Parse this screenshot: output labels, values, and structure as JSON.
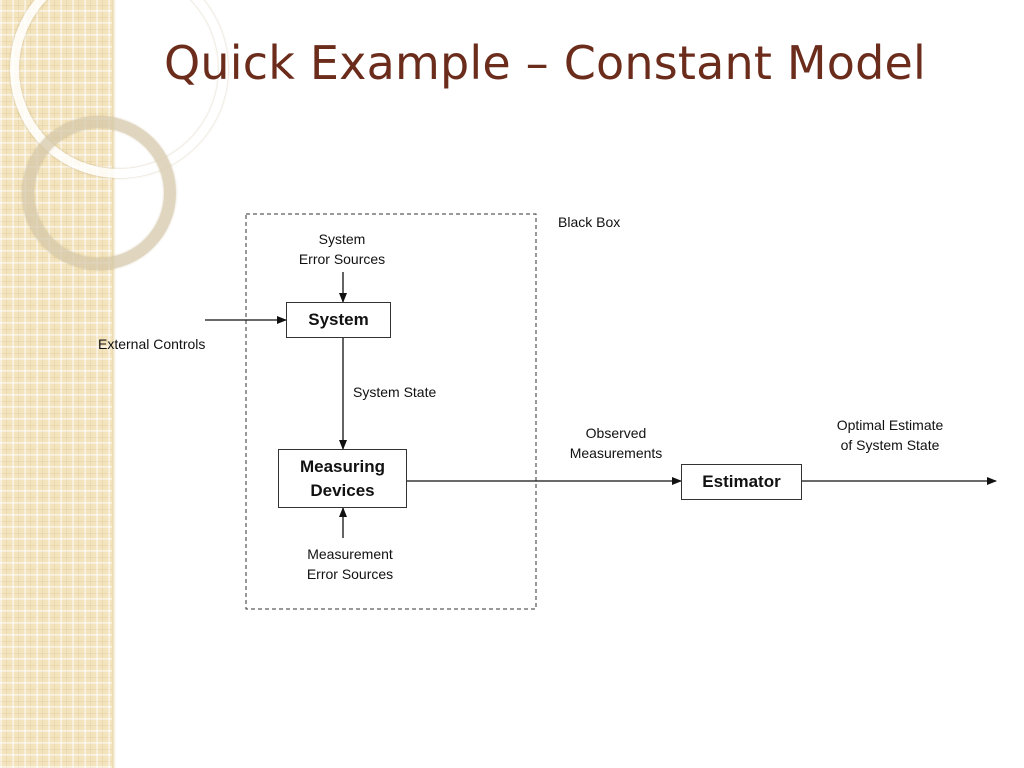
{
  "slide": {
    "title": "Quick Example – Constant Model"
  },
  "diagram": {
    "black_box_label": "Black Box",
    "system_error_sources": [
      "System",
      "Error Sources"
    ],
    "external_controls": "External Controls",
    "system_box": "System",
    "system_state": "System State",
    "measuring_devices_box": [
      "Measuring",
      "Devices"
    ],
    "measurement_error_sources": [
      "Measurement",
      "Error Sources"
    ],
    "observed_measurements": [
      "Observed",
      "Measurements"
    ],
    "estimator_box": "Estimator",
    "optimal_estimate": [
      "Optimal Estimate",
      "of System State"
    ]
  }
}
